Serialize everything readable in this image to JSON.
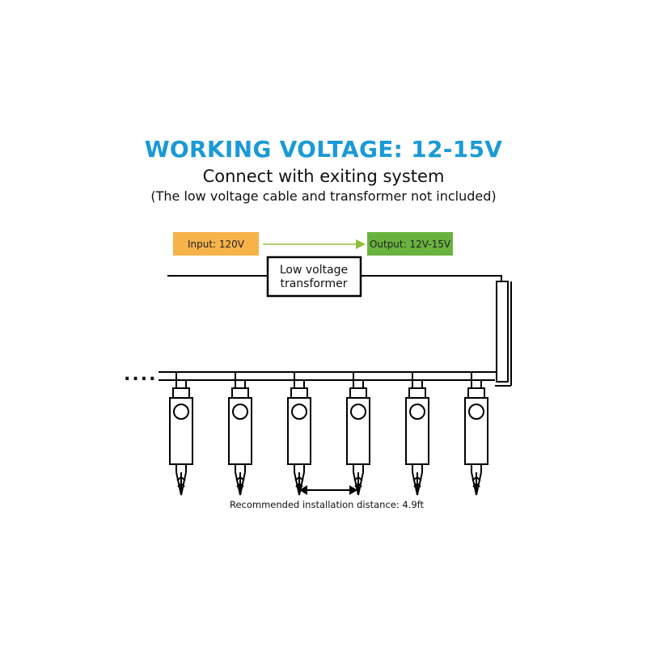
{
  "heading": {
    "title": "WORKING VOLTAGE: 12-15V",
    "subtitle": "Connect with exiting system",
    "note": "(The low voltage cable and transformer not included)"
  },
  "input_label": "Input: 120V",
  "output_label": "Output: 12V-15V",
  "transformer": {
    "line1": "Low voltage",
    "line2": "transformer"
  },
  "distance_label": "Recommended installation distance: 4.9ft",
  "continuation_dots": "....",
  "colors": {
    "title": "#1a9ad6",
    "input_fill": "#f7b24a",
    "output_fill": "#6ab23e",
    "arrow": "#8fbf3a"
  },
  "lights": {
    "count": 6
  }
}
